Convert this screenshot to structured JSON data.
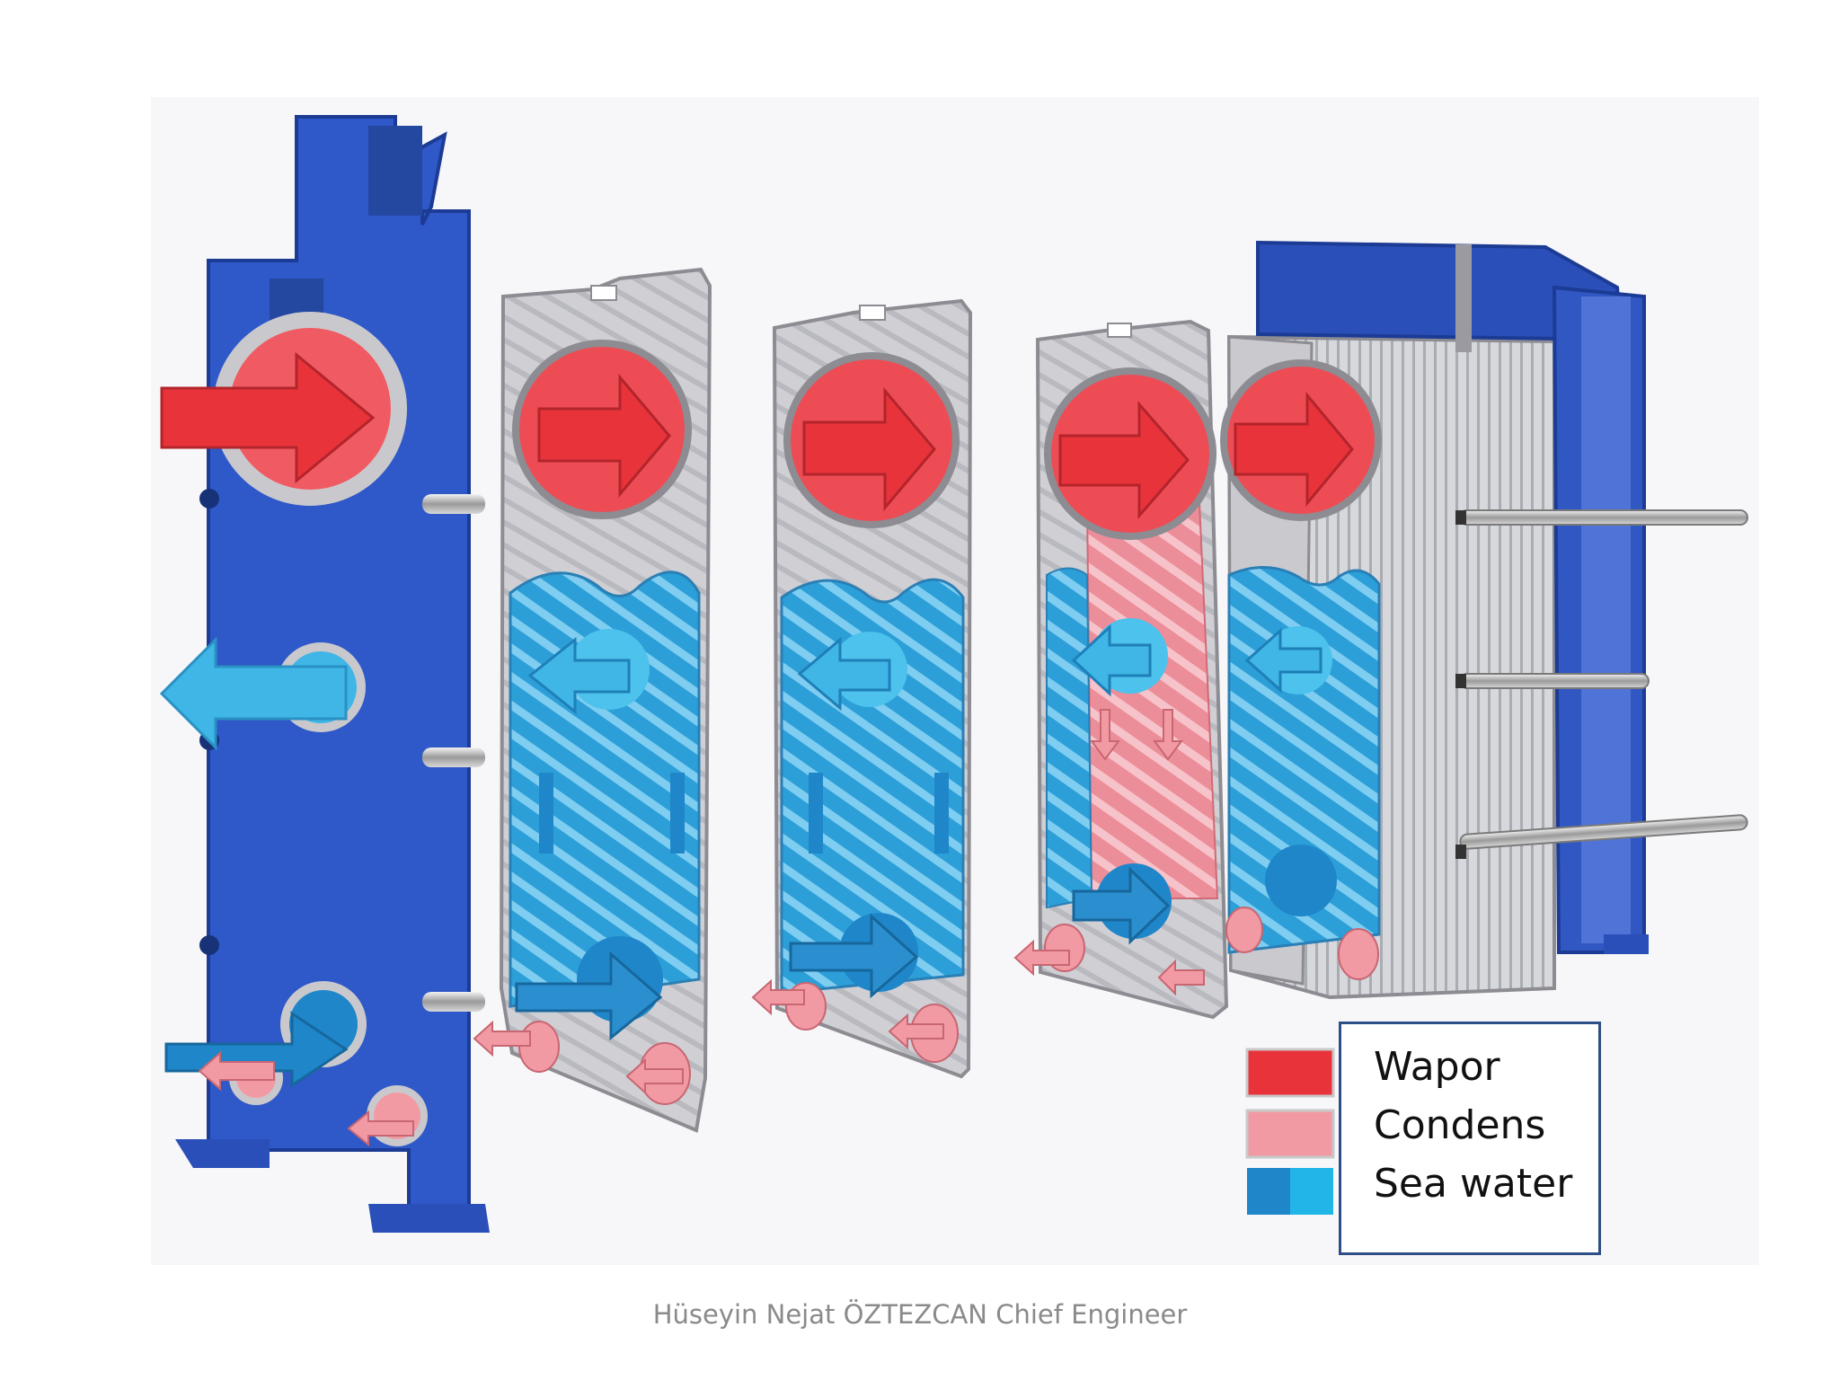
{
  "legend": {
    "items": [
      {
        "label": "Wapor",
        "colors": [
          "#e8333b",
          "#e8333b"
        ]
      },
      {
        "label": "Condens",
        "colors": [
          "#f29aa4",
          "#f29aa4"
        ]
      },
      {
        "label": "Sea water",
        "colors": [
          "#1f86c9",
          "#22b5e8"
        ]
      }
    ]
  },
  "footer": {
    "credit": "Hüseyin Nejat ÖZTEZCAN Chief Engineer"
  },
  "colors": {
    "frame_blue": "#2f58c8",
    "frame_dark": "#1f3f9a",
    "plate_gray": "#c8c8cc",
    "vapor_red": "#e8333b",
    "condensate_pink": "#f29aa4",
    "seawater_blue": "#1f86c9",
    "seawater_light": "#38b8e6"
  }
}
